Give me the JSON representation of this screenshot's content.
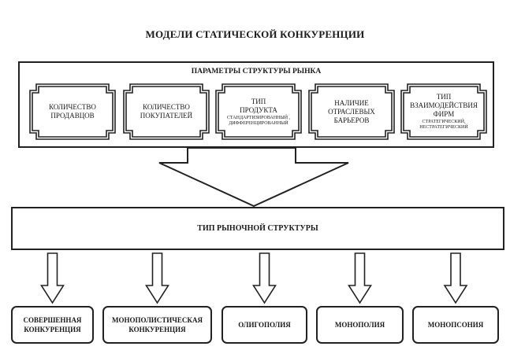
{
  "title": "МОДЕЛИ СТАТИЧЕСКОЙ КОНКУРЕНЦИИ",
  "parameters": {
    "title": "ПАРАМЕТРЫ СТРУКТУРЫ РЫНКА",
    "items": [
      {
        "label": "КОЛИЧЕСТВО ПРОДАВЦОВ",
        "sub": ""
      },
      {
        "label": "КОЛИЧЕСТВО ПОКУПАТЕЛЕЙ",
        "sub": ""
      },
      {
        "label": "ТИП ПРОДУКТА",
        "sub": "СТАНДАРТИЗИРОВАННЫЙ , ДИФФЕРЕНЦИРОВАННЫЙ"
      },
      {
        "label": "НАЛИЧИЕ ОТРАСЛЕВЫХ БАРЬЕРОВ",
        "sub": ""
      },
      {
        "label": "ТИП ВЗАИМОДЕЙСТВИЯ ФИРМ",
        "sub": "СТРАТЕГИЧЕСКИЙ, НЕСТРАТЕГИЧЕСКИЙ"
      }
    ]
  },
  "market_structure": "ТИП РЫНОЧНОЙ СТРУКТУРЫ",
  "results": [
    "СОВЕРШЕННАЯ КОНКУРЕНЦИЯ",
    "МОНОПОЛИСТИЧЕСКАЯ КОНКУРЕНЦИЯ",
    "ОЛИГОПОЛИЯ",
    "МОНОПОЛИЯ",
    "МОНОПСОНИЯ"
  ]
}
